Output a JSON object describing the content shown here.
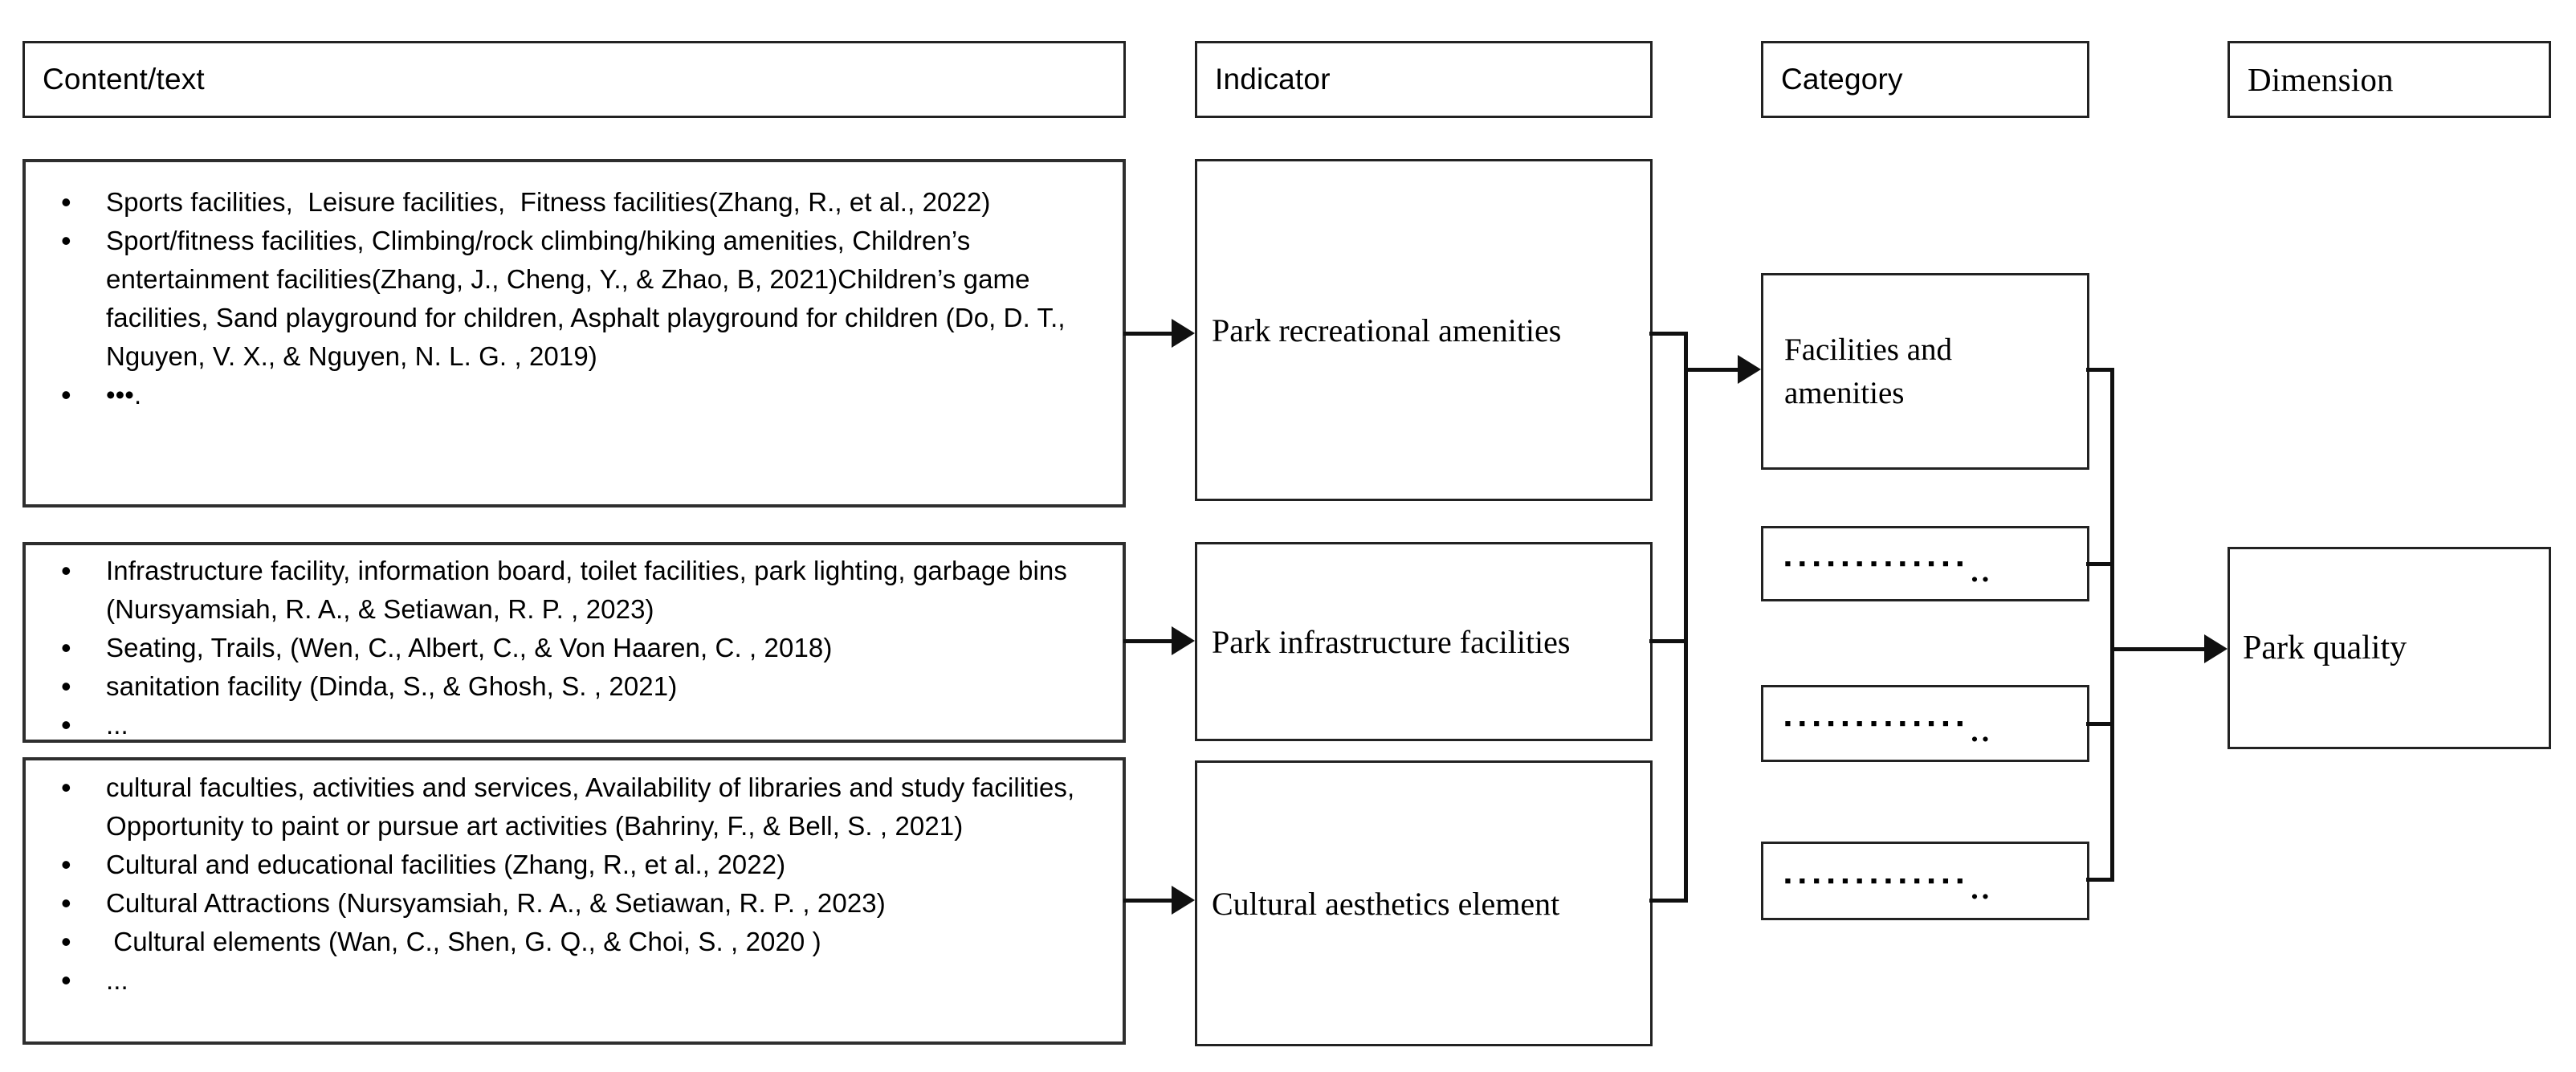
{
  "headers": {
    "content": "Content/text",
    "indicator": "Indicator",
    "category": "Category",
    "dimension": "Dimension"
  },
  "content_boxes": [
    {
      "items": [
        "Sports facilities,  Leisure facilities,  Fitness facilities(Zhang, R., et al., 2022)",
        "Sport/fitness facilities, Climbing/rock climbing/hiking amenities, Children’s entertainment facilities(Zhang, J., Cheng, Y., & Zhao, B, 2021)Children’s game facilities, Sand playground for children, Asphalt playground for children (Do, D. T., Nguyen, V. X., & Nguyen, N. L. G. , 2019)",
        "•••."
      ]
    },
    {
      "items": [
        "Infrastructure facility, information board, toilet facilities, park lighting, garbage bins (Nursyamsiah, R. A., & Setiawan, R. P. , 2023)",
        "Seating, Trails, (Wen, C., Albert, C., & Von Haaren, C. , 2018)",
        "sanitation facility (Dinda, S., & Ghosh, S. , 2021)",
        "..."
      ]
    },
    {
      "items": [
        "cultural faculties, activities and services, Availability of libraries and study facilities, Opportunity to paint or pursue art activities (Bahriny, F., & Bell, S. , 2021)",
        "Cultural and educational facilities (Zhang, R., et al., 2022)",
        "Cultural Attractions (Nursyamsiah, R. A., & Setiawan, R. P. , 2023)",
        " Cultural elements (Wan, C., Shen, G. Q., & Choi, S. , 2020 )",
        "..."
      ]
    }
  ],
  "indicator_boxes": [
    "Park recreational amenities",
    "Park infrastructure facilities",
    "Cultural aesthetics element"
  ],
  "category_boxes": {
    "first": "Facilities and amenities",
    "placeholder_leader": "▪▪▪▪▪▪▪▪▪▪▪▪▪",
    "placeholder_tail": ".."
  },
  "dimension_box": "Park quality",
  "colors": {
    "background": "#ffffff",
    "border": "#222222",
    "connector": "#101010",
    "text": "#000000"
  }
}
